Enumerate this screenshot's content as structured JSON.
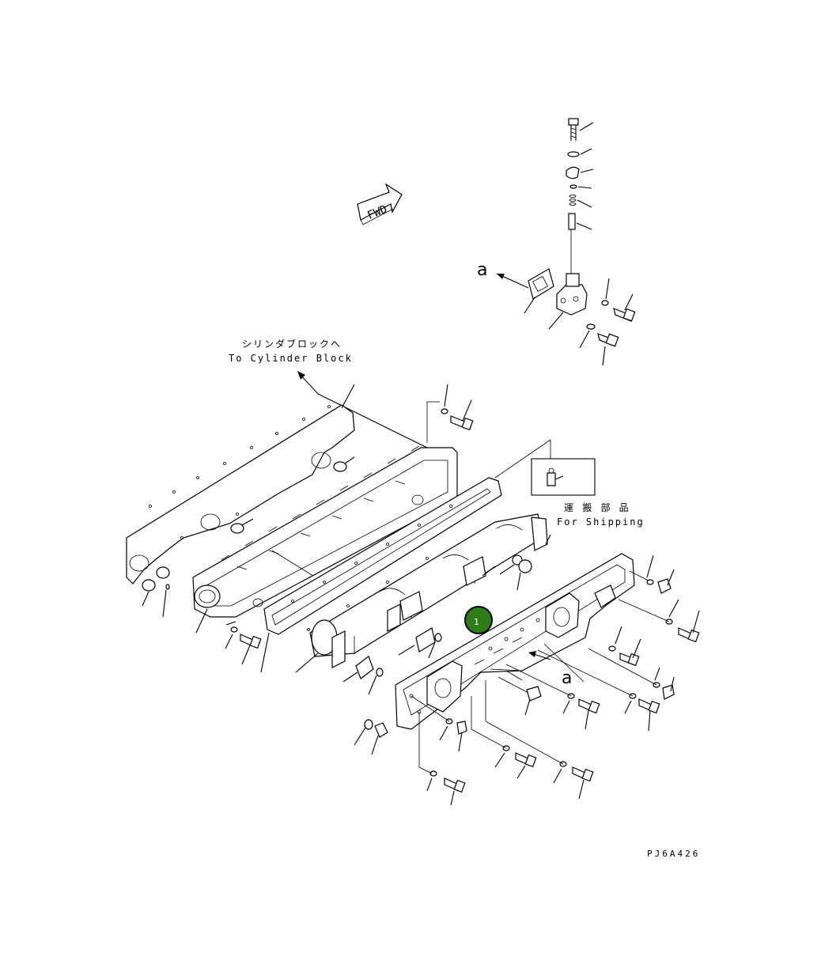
{
  "labels": {
    "cylinder_block_jp": "シリンダブロックへ",
    "cylinder_block_en": "To Cylinder Block",
    "shipping_jp": "運 搬 部 品",
    "shipping_en": "For Shipping",
    "view_ref_top": "a",
    "view_ref_bottom": "a",
    "fwd_arrow": "FWD",
    "drawing_code": "PJ6A426"
  },
  "callouts": [
    {
      "number": "1",
      "color": "#2f7d16"
    }
  ]
}
